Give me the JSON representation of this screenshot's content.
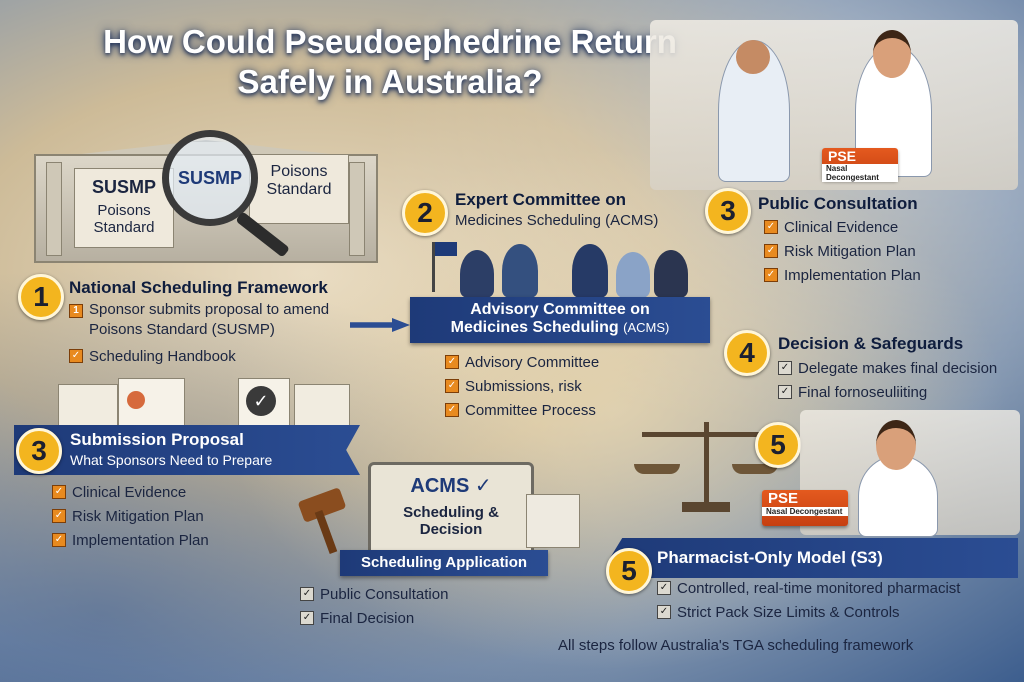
{
  "title": "How Could Pseudoephedrine Return Safely in Australia?",
  "colors": {
    "accent": "#f3b51f",
    "banner": "#1e3a78",
    "check_orange": "#e88a1f"
  },
  "illustration": {
    "building_label_1": "SUSMP",
    "building_label_2": "Poisons Standard",
    "magnifier_label": "SUSMP",
    "sign_label": "Poisons Standard",
    "pse_box": "PSE",
    "pse_box_sub": "Nasal Decongestant",
    "clipboard_title": "ACMS",
    "clipboard_sub": "Scheduling & Decision"
  },
  "step1": {
    "number": "1",
    "heading": "National Scheduling Framework",
    "items": [
      "Sponsor submits proposal to amend Poisons Standard (SUSMP)",
      "Scheduling Handbook"
    ]
  },
  "step2": {
    "number": "2",
    "heading": "Expert Committee on",
    "heading2": "Medicines Scheduling (ACMS)",
    "banner_line1": "Advisory Committee on",
    "banner_line2": "Medicines Scheduling",
    "banner_line2_suffix": "(ACMS)",
    "items": [
      "Advisory Committee",
      "Submissions, risk",
      "Committee Process"
    ]
  },
  "step3a": {
    "number": "3",
    "heading": "Submission Proposal",
    "subheading": "What Sponsors Need to Prepare",
    "items": [
      "Clinical Evidence",
      "Risk Mitigation Plan",
      "Implementation Plan"
    ]
  },
  "step3b": {
    "number": "3",
    "heading": "Public Consultation",
    "items": [
      "Clinical Evidence",
      "Risk Mitigation Plan",
      "Implementation Plan"
    ]
  },
  "step4": {
    "number": "4",
    "heading": "Decision & Safeguards",
    "items": [
      "Delegate makes final decision",
      "Final fornoseuliiting"
    ]
  },
  "scheduling": {
    "banner": "Scheduling Application",
    "items": [
      "Public Consultation",
      "Final Decision"
    ]
  },
  "step5": {
    "number": "5",
    "number_top": "5",
    "heading": "Pharmacist-Only Model (S3)",
    "items": [
      "Controlled, real-time monitored pharmacist",
      "Strict Pack Size Limits & Controls"
    ]
  },
  "footer": "All steps follow Australia's TGA scheduling framework"
}
